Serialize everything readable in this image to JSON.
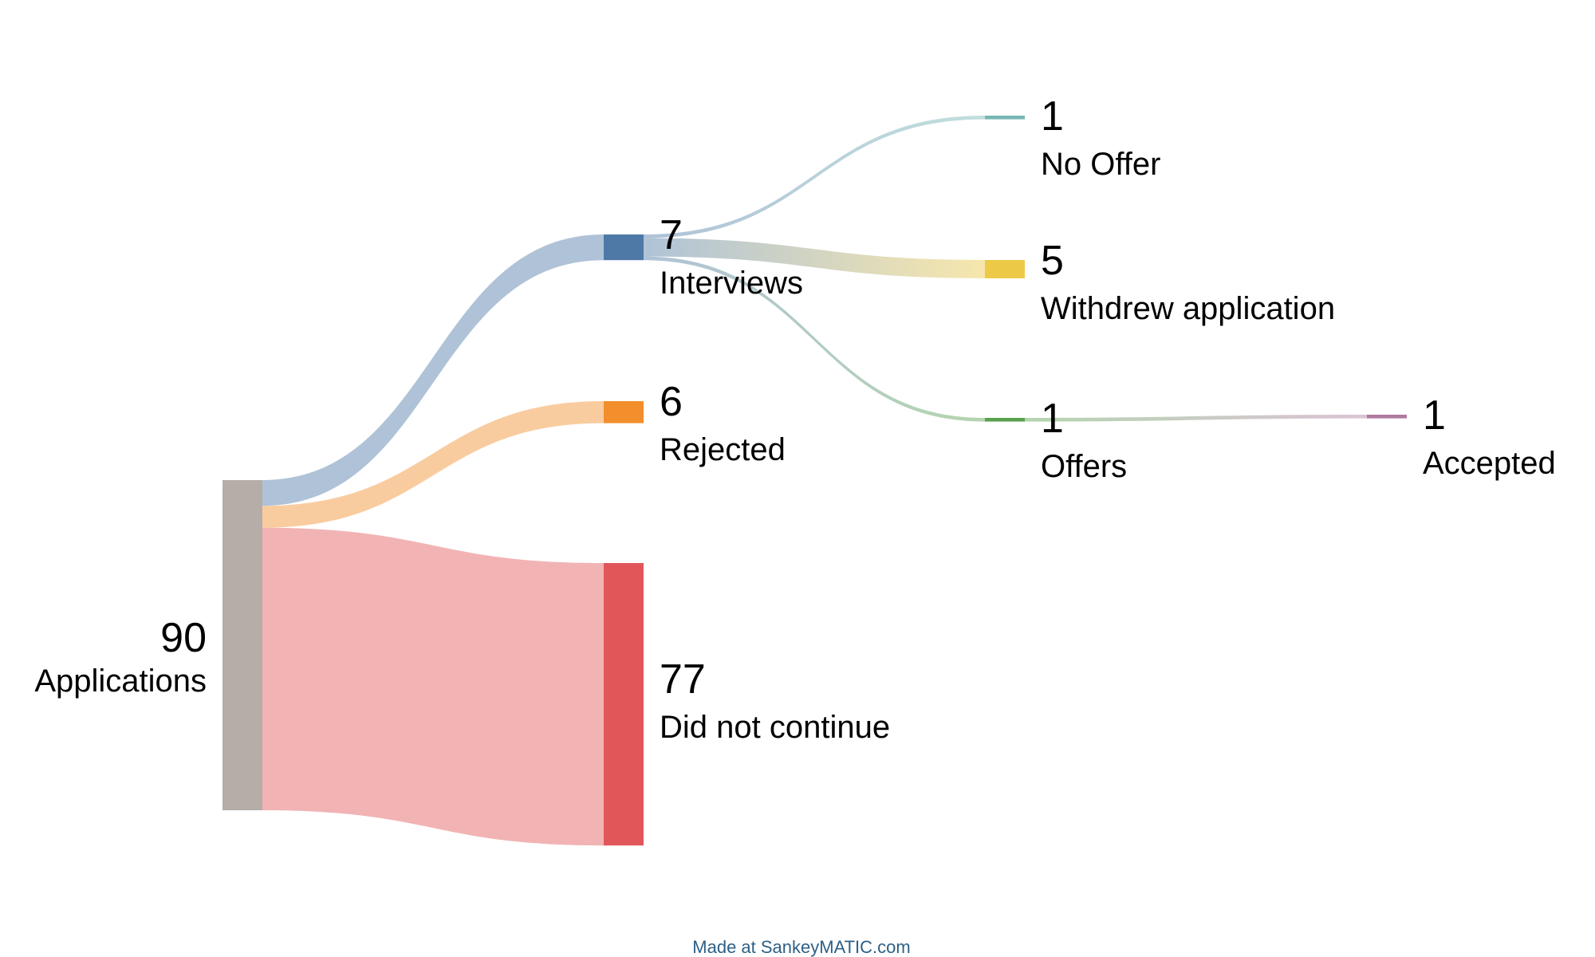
{
  "chart_data": {
    "type": "sankey",
    "nodes": [
      {
        "id": "applications",
        "label": "Applications",
        "value": 90,
        "color": "#b5ada8"
      },
      {
        "id": "interviews",
        "label": "Interviews",
        "value": 7,
        "color": "#4e79a7"
      },
      {
        "id": "rejected",
        "label": "Rejected",
        "value": 6,
        "color": "#f28e2b"
      },
      {
        "id": "did_not_continue",
        "label": "Did not continue",
        "value": 77,
        "color": "#e15759"
      },
      {
        "id": "no_offer",
        "label": "No Offer",
        "value": 1,
        "color": "#76b7b2"
      },
      {
        "id": "withdrew",
        "label": "Withdrew application",
        "value": 5,
        "color": "#edc948"
      },
      {
        "id": "offers",
        "label": "Offers",
        "value": 1,
        "color": "#59a14f"
      },
      {
        "id": "accepted",
        "label": "Accepted",
        "value": 1,
        "color": "#b07aa1"
      }
    ],
    "flows": [
      {
        "from": "applications",
        "to": "interviews",
        "value": 7
      },
      {
        "from": "applications",
        "to": "rejected",
        "value": 6
      },
      {
        "from": "applications",
        "to": "did_not_continue",
        "value": 77
      },
      {
        "from": "interviews",
        "to": "no_offer",
        "value": 1
      },
      {
        "from": "interviews",
        "to": "withdrew",
        "value": 5
      },
      {
        "from": "interviews",
        "to": "offers",
        "value": 1
      },
      {
        "from": "offers",
        "to": "accepted",
        "value": 1
      }
    ]
  },
  "footer": {
    "credit": "Made at SankeyMATIC.com"
  }
}
